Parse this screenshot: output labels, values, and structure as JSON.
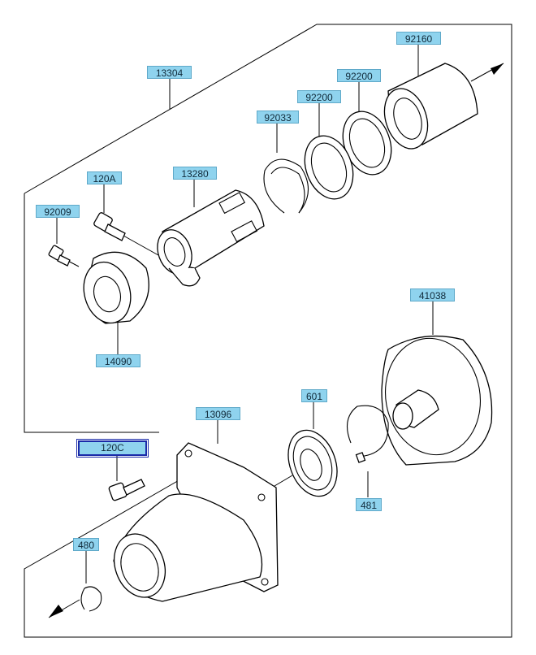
{
  "parts": [
    {
      "id": "p13304",
      "label": "13304"
    },
    {
      "id": "p92160",
      "label": "92160"
    },
    {
      "id": "p92200a",
      "label": "92200"
    },
    {
      "id": "p92200b",
      "label": "92200"
    },
    {
      "id": "p92033",
      "label": "92033"
    },
    {
      "id": "p13280",
      "label": "13280"
    },
    {
      "id": "p120A",
      "label": "120A"
    },
    {
      "id": "p92009",
      "label": "92009"
    },
    {
      "id": "p14090",
      "label": "14090"
    },
    {
      "id": "p41038",
      "label": "41038"
    },
    {
      "id": "p601",
      "label": "601"
    },
    {
      "id": "p13096",
      "label": "13096"
    },
    {
      "id": "p120C",
      "label": "120C"
    },
    {
      "id": "p481",
      "label": "481"
    },
    {
      "id": "p480",
      "label": "480"
    }
  ],
  "selected_part": "120C"
}
